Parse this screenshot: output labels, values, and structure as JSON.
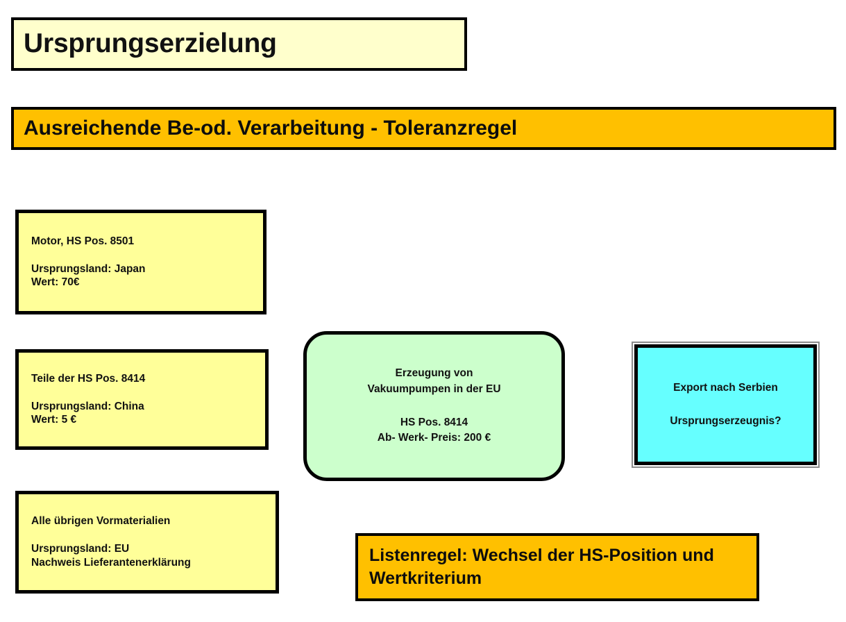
{
  "slide": {
    "title": "Ursprungserzielung",
    "section_header": "Ausreichende Be-od. Verarbeitung - Toleranzregel",
    "colors": {
      "title_fill": "#FFFFCC",
      "header_fill": "#FFC000",
      "material_fill": "#FFFF99",
      "process_fill": "#CCFFCC",
      "export_fill": "#66FFFF",
      "rule_fill": "#FFC000",
      "border": "#000000"
    }
  },
  "materials": [
    {
      "name": "Motor, HS Pos. 8501",
      "origin": "Ursprungsland: Japan",
      "value": "Wert: 70€"
    },
    {
      "name": "Teile der HS Pos. 8414",
      "origin": "Ursprungsland: China",
      "value": "Wert: 5 €"
    },
    {
      "name": "Alle übrigen Vormaterialien",
      "origin": "Ursprungsland: EU",
      "value": "Nachweis Lieferantenerklärung"
    }
  ],
  "process": {
    "line1": "Erzeugung von",
    "line2": "Vakuumpumpen in der EU",
    "line3": "HS Pos. 8414",
    "line4": "Ab- Werk- Preis: 200 €"
  },
  "export": {
    "line1": "Export nach Serbien",
    "line2": "Ursprungserzeugnis?"
  },
  "rule": {
    "text": "Listenregel: Wechsel der HS-Position und Wertkriterium"
  }
}
